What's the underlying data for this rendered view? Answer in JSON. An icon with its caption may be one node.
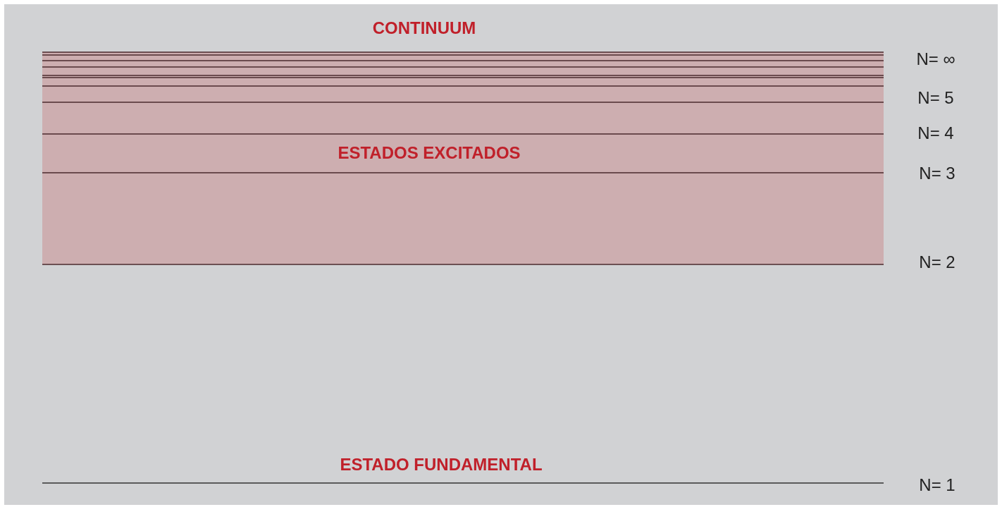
{
  "diagram": {
    "nodes": [
      {
        "text": [
          "ESTADOS EXCITADOS"
        ]
      }
    ],
    "labels": [
      "CONTINUUM",
      "N= ∞",
      "N= 5",
      "N= 4",
      "N= 3",
      "N= 2",
      "ESTADO FUNDAMENTAL",
      "N= 1"
    ]
  }
}
